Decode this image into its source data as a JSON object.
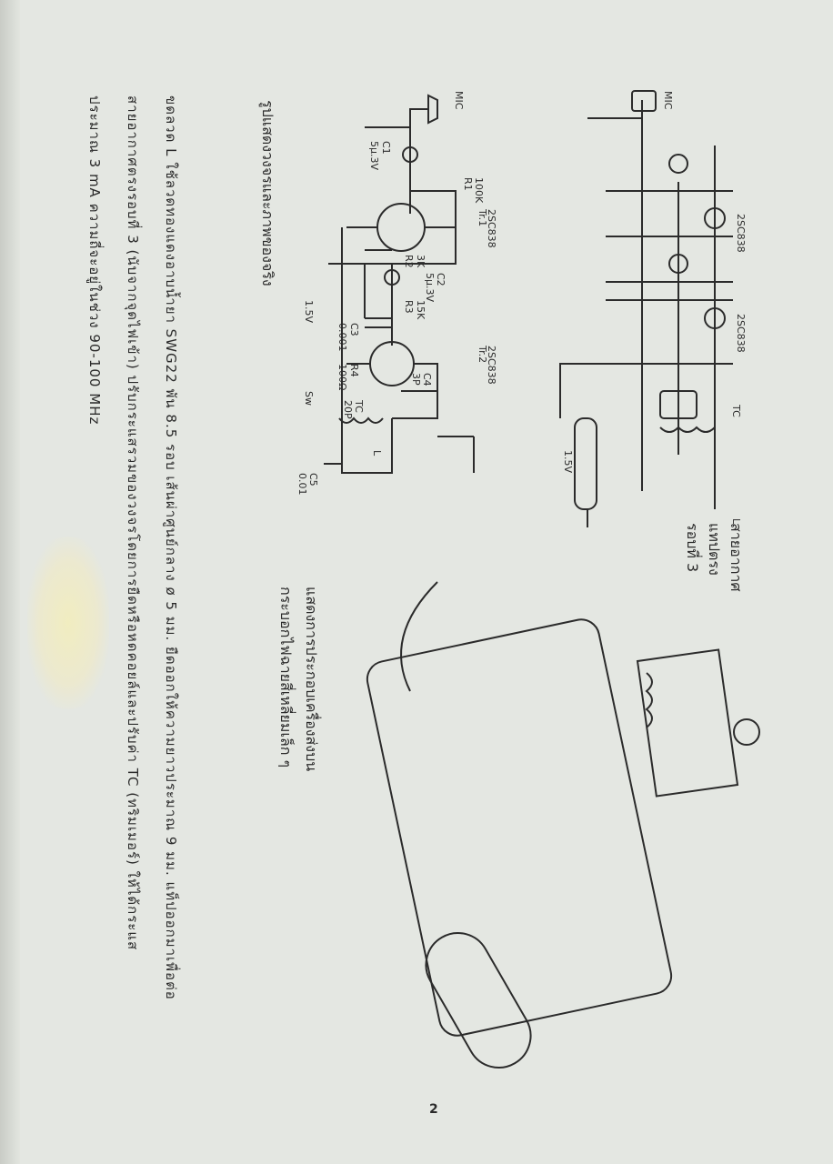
{
  "page_number": "2",
  "body_lines": [
    "ขดลวด L ใช้ลวดทองแดงอาบน้ำยา SWG22 พัน 8.5 รอบ เส้นผ่าศูนย์กลาง ø 5 มม. ยืดออกให้ความยาวประมาณ 9 มม. แท็ปออกมาเพื่อต่อ",
    "สายอากาศตรงรอบที่ 3 (นับจากจุดไฟเข้า) ปรับกระแสรวมของวงจรโดยการยืดหรือหดคอยล์และปรับค่า TC (ทริมเมอร์) ให้ได้กระแส",
    "ประมาณ 3 mA ความถี่จะอยู่ในช่วง 90-100 MHz"
  ],
  "captions": {
    "schematic": "รูปแสดงวงจรและภาพของจริง",
    "antenna_line1": "สายอากาศ",
    "antenna_line2": "แทปตรง",
    "antenna_line3": "รอบที่ 3",
    "assembly_line1": "แสดงการประกอบเครื่องส่งบน",
    "assembly_line2": "กระบอกไฟฉายสี่เหลี่ยมเล็ก ๆ"
  },
  "schematic_labels": {
    "mic": "MIC",
    "tr1": "Tr.1",
    "tr1_type": "2SC838",
    "tr2": "Tr.2",
    "tr2_type": "2SC838",
    "c1": "C1",
    "c1_val": "5µ.3V",
    "c2": "C2",
    "c2_val": "5µ.3V",
    "c3": "C3",
    "c3_val": "0.001",
    "c4": "C4",
    "c4_val": "3P",
    "c5": "C5",
    "c5_val": "0.01",
    "r1": "R1",
    "r1_val": "100K",
    "r2": "R2",
    "r2_val": "3K",
    "r3": "R3",
    "r3_val": "15K",
    "r4": "R4",
    "r4_val": "100Ω",
    "tc": "TC",
    "tc_val": "20P",
    "l": "L",
    "battery": "1.5V",
    "switch": "Sw"
  }
}
